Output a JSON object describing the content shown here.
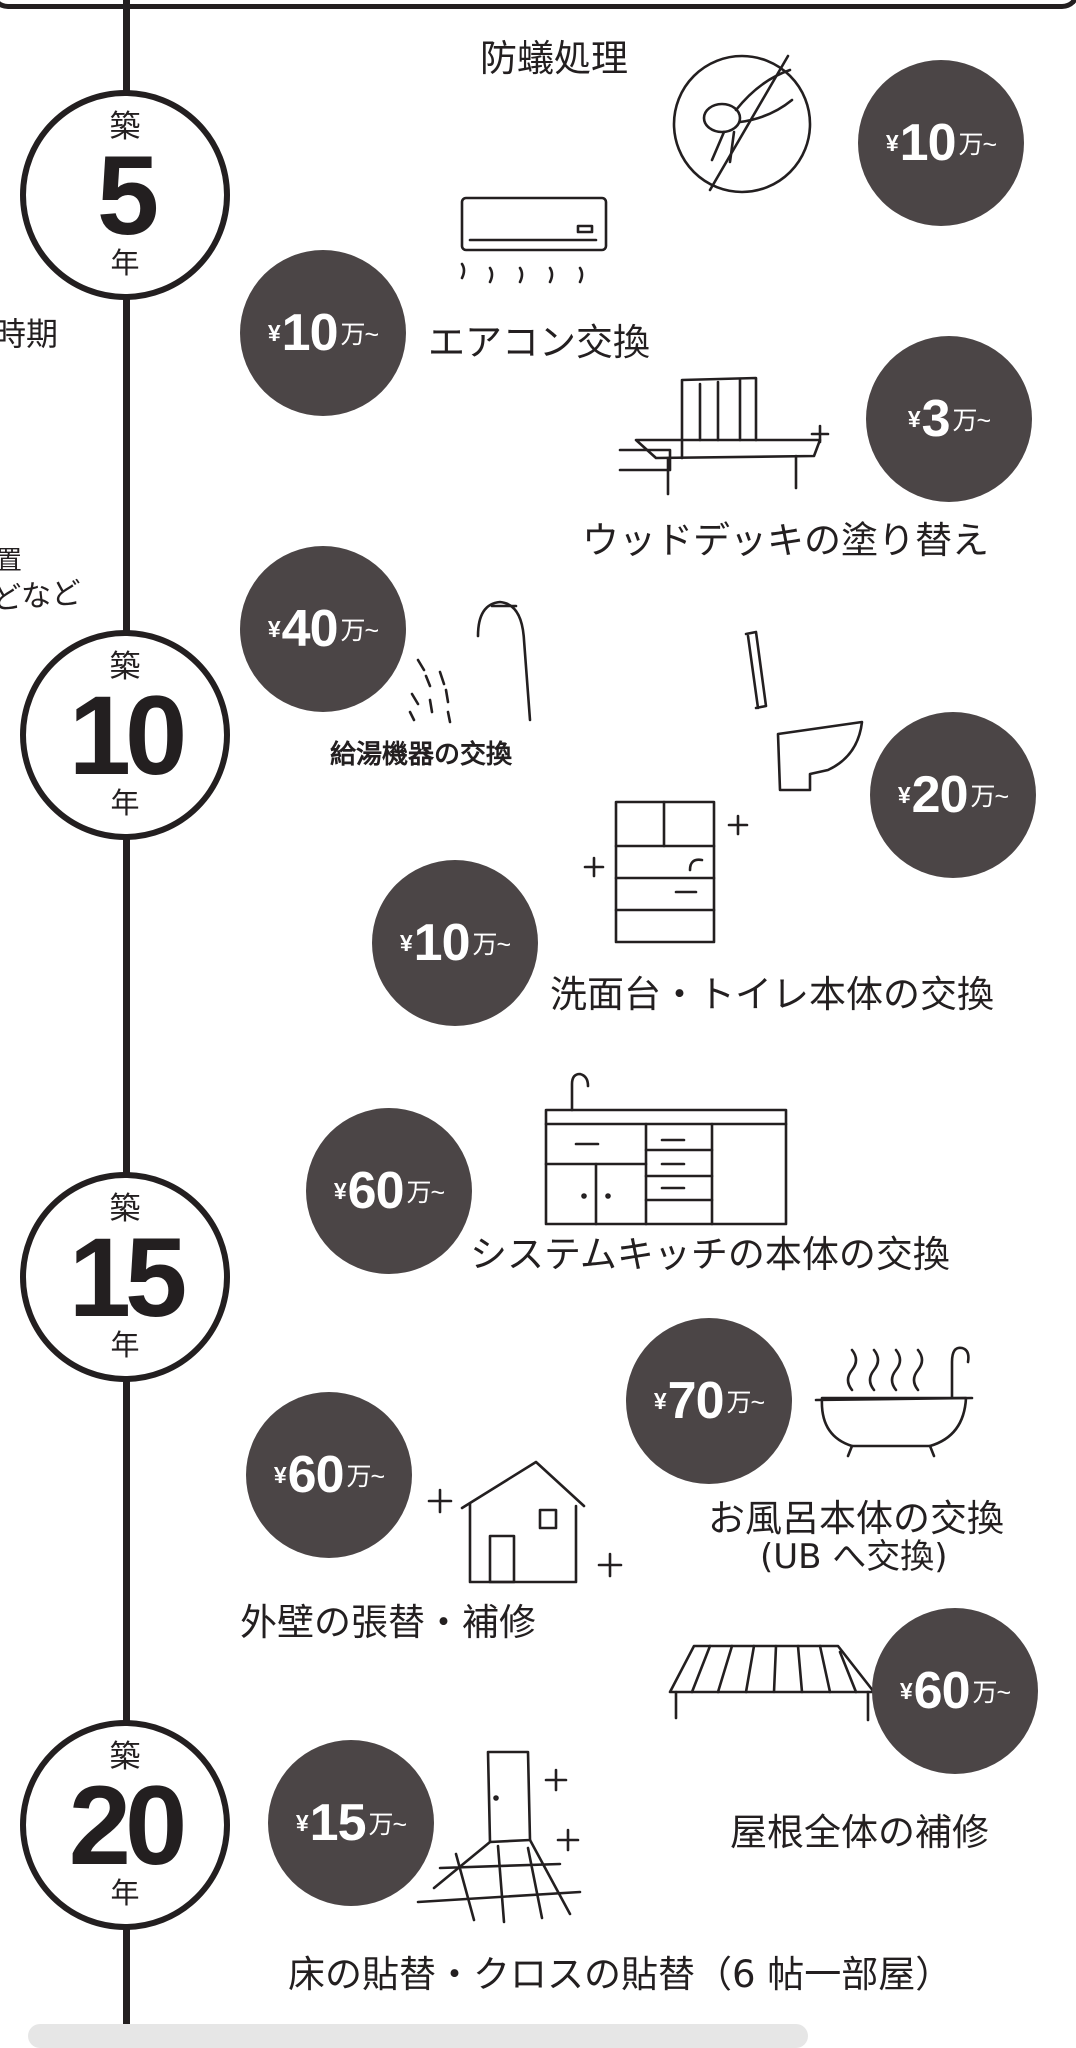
{
  "header": {
    "left_label": "時期",
    "left_note_1": "置",
    "left_note_2": "どなど"
  },
  "years": [
    {
      "kanji": "築",
      "number": "5",
      "suffix": "年"
    },
    {
      "kanji": "築",
      "number": "10",
      "suffix": "年"
    },
    {
      "kanji": "築",
      "number": "15",
      "suffix": "年"
    },
    {
      "kanji": "築",
      "number": "20",
      "suffix": "年"
    }
  ],
  "items": [
    {
      "label": "防蟻処理",
      "price": {
        "yen": "¥",
        "amount": "10",
        "unit": "万~"
      },
      "icon": "mosquito-icon"
    },
    {
      "label": "エアコン交換",
      "price": {
        "yen": "¥",
        "amount": "10",
        "unit": "万~"
      },
      "icon": "air-conditioner-icon"
    },
    {
      "label": "ウッドデッキの塗り替え",
      "price": {
        "yen": "¥",
        "amount": "3",
        "unit": "万~"
      },
      "icon": "wood-deck-icon"
    },
    {
      "label": "給湯機器の交換",
      "price": {
        "yen": "¥",
        "amount": "40",
        "unit": "万~"
      },
      "icon": "shower-icon"
    },
    {
      "label": "洗面台・トイレ本体の交換",
      "price": {
        "yen": "¥",
        "amount": "20",
        "unit": "万~"
      },
      "icon": "toilet-icon"
    },
    {
      "label": "",
      "price": {
        "yen": "¥",
        "amount": "10",
        "unit": "万~"
      },
      "icon": "washbasin-cabinet-icon"
    },
    {
      "label": "システムキッチの本体の交換",
      "price": {
        "yen": "¥",
        "amount": "60",
        "unit": "万~"
      },
      "icon": "kitchen-icon"
    },
    {
      "label": "お風呂本体の交換",
      "sublabel": "(UB へ交換)",
      "price": {
        "yen": "¥",
        "amount": "70",
        "unit": "万~"
      },
      "icon": "bathtub-icon"
    },
    {
      "label": "外壁の張替・補修",
      "price": {
        "yen": "¥",
        "amount": "60",
        "unit": "万~"
      },
      "icon": "house-icon"
    },
    {
      "label": "屋根全体の補修",
      "price": {
        "yen": "¥",
        "amount": "60",
        "unit": "万~"
      },
      "icon": "roof-icon"
    },
    {
      "label": "床の貼替・クロスの貼替（6 帖一部屋）",
      "price": {
        "yen": "¥",
        "amount": "15",
        "unit": "万~"
      },
      "icon": "floor-door-icon"
    }
  ]
}
